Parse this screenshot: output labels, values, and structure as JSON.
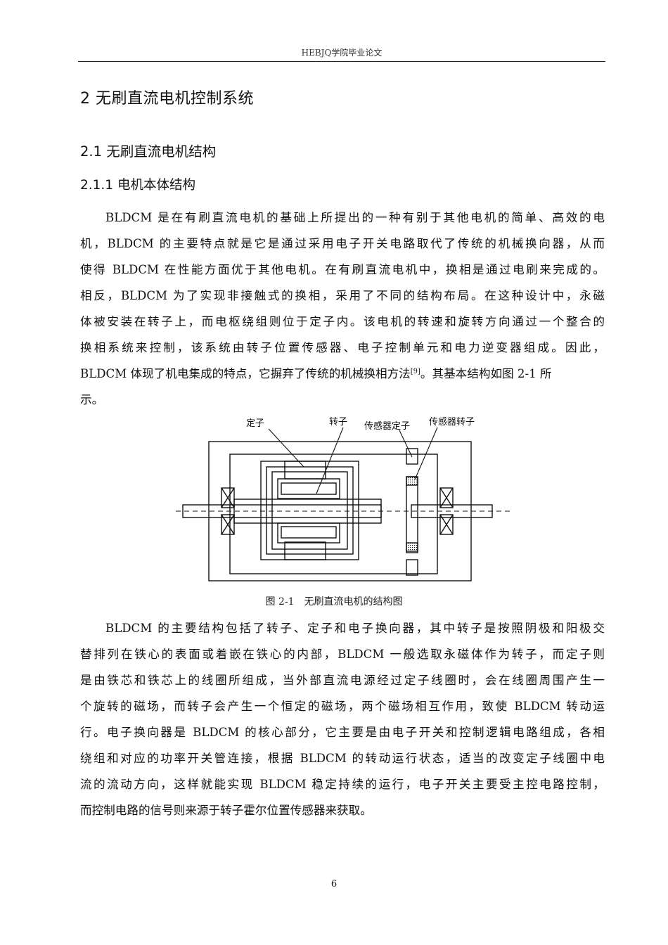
{
  "header": {
    "title": "HEBJQ学院毕业论文"
  },
  "chapter": {
    "title": "2 无刷直流电机控制系统"
  },
  "section": {
    "title": "2.1 无刷直流电机结构"
  },
  "subsection": {
    "title": "2.1.1 电机本体结构"
  },
  "paragraph1": {
    "lines": [
      "BLDCM 是在有刷直流电机的基础上所提出的一种有别于其他电机的简单、高效的电",
      "机，BLDCM 的主要特点就是它是通过采用电子开关电路取代了传统的机械换向器，从而",
      "使得 BLDCM 在性能方面优于其他电机。在有刷直流电机中，换相是通过电刷来完成的。",
      "相反，BLDCM 为了实现非接触式的换相，采用了不同的结构布局。在这种设计中，永磁",
      "体被安装在转子上，而电枢绕组则位于定子内。该电机的转速和旋转方向通过一个整合的",
      "换相系统来控制，该系统由转子位置传感器、电子控制单元和电力逆变器组成。因此，",
      "BLDCM 体现了机电集成的特点，它摒弃了传统的机械换相方法"
    ],
    "citation": "[9]",
    "line7_tail": "。其基本结构如图 2-1 所",
    "line8": "示。"
  },
  "figure": {
    "labels": {
      "stator": "定子",
      "rotor": "转子",
      "sensor_stator": "传感器定子",
      "sensor_rotor": "传感器转子"
    },
    "caption": "图 2-1　无刷直流电机的结构图"
  },
  "paragraph2": {
    "lines": [
      "BLDCM 的主要结构包括了转子、定子和电子换向器，其中转子是按照阴极和阳极交",
      "替排列在铁心的表面或着嵌在铁心的内部，BLDCM 一般选取永磁体作为转子，而定子则",
      "是由铁芯和铁芯上的线圈所组成，当外部直流电源经过定子线圈时，会在线圈周围产生一",
      "个旋转的磁场，而转子会产生一个恒定的磁场，两个磁场相互作用，致使 BLDCM 转动运",
      "行。电子换向器是 BLDCM 的核心部分，它主要是由电子开关和控制逻辑电路组成，各相",
      "绕组和对应的功率开关管连接，根据 BLDCM 的转动运行状态，适当的改变定子线圈中电",
      "流的流动方向，这样就能实现 BLDCM 稳定持续的运行，电子开关主要受主控电路控制，",
      "而控制电路的信号则来源于转子霍尔位置传感器来获取。"
    ]
  },
  "footer": {
    "page_number": "6"
  }
}
